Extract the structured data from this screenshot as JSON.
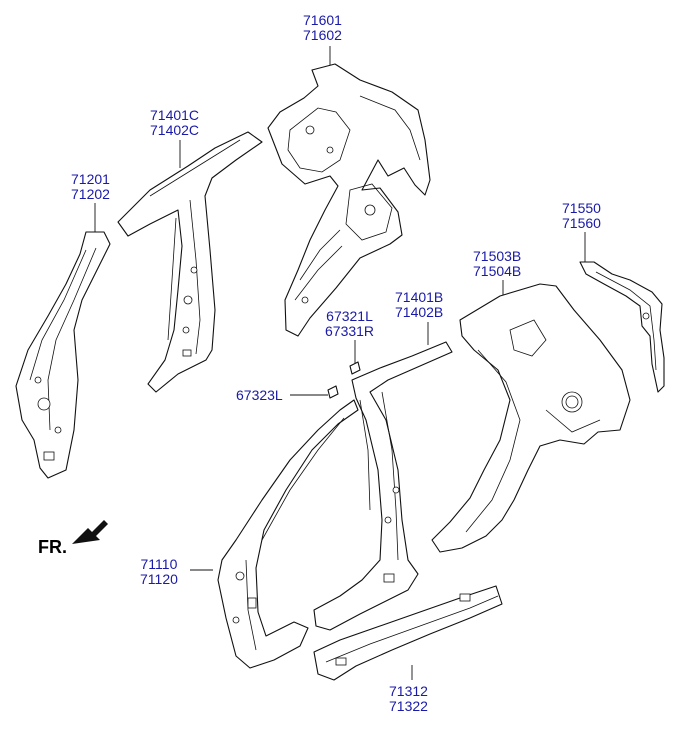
{
  "fr_label": "FR.",
  "accent_color": "#1a1aa8",
  "labels": [
    {
      "id": "lbl-71601",
      "lines": [
        "71601",
        "71602"
      ]
    },
    {
      "id": "lbl-71401c",
      "lines": [
        "71401C",
        "71402C"
      ]
    },
    {
      "id": "lbl-71201",
      "lines": [
        "71201",
        "71202"
      ]
    },
    {
      "id": "lbl-71550",
      "lines": [
        "71550",
        "71560"
      ]
    },
    {
      "id": "lbl-71503b",
      "lines": [
        "71503B",
        "71504B"
      ]
    },
    {
      "id": "lbl-67321l",
      "lines": [
        "67321L",
        "67331R"
      ]
    },
    {
      "id": "lbl-71401b",
      "lines": [
        "71401B",
        "71402B"
      ]
    },
    {
      "id": "lbl-67323l",
      "lines": [
        "67323L"
      ]
    },
    {
      "id": "lbl-71110",
      "lines": [
        "71110",
        "71120"
      ]
    },
    {
      "id": "lbl-71312",
      "lines": [
        "71312",
        "71322"
      ]
    }
  ]
}
